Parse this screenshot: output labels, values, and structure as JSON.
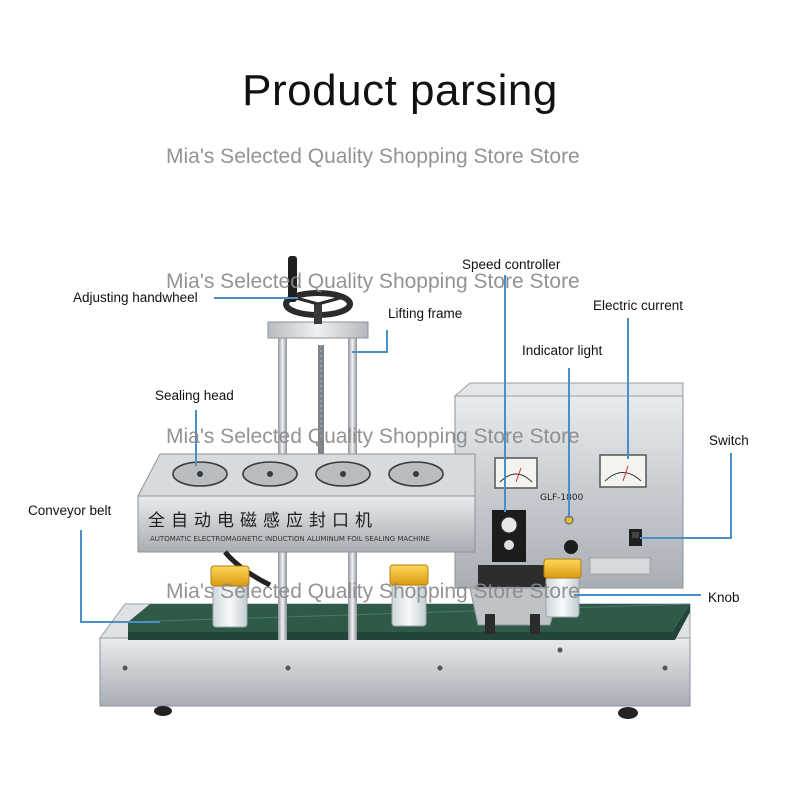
{
  "title": "Product parsing",
  "watermark": "Mia's Selected Quality Shopping Store Store",
  "callouts": {
    "adjusting_handwheel": "Adjusting handwheel",
    "lifting_frame": "Lifting frame",
    "speed_controller": "Speed controller",
    "electric_current": "Electric current",
    "indicator_light": "Indicator light",
    "sealing_head": "Sealing head",
    "switch": "Switch",
    "conveyor_belt": "Conveyor belt",
    "knob": "Knob"
  },
  "machine": {
    "chinese_label": "全自动电磁感应封口机",
    "english_label": "AUTOMATIC ELECTROMAGNETIC INDUCTION ALUMINUM FOIL SEALING MACHINE",
    "model": "GLF-1800"
  },
  "colors": {
    "callout_line": "#4a90c8",
    "belt": "#2f5a48",
    "steel": "#c9ccd0"
  }
}
